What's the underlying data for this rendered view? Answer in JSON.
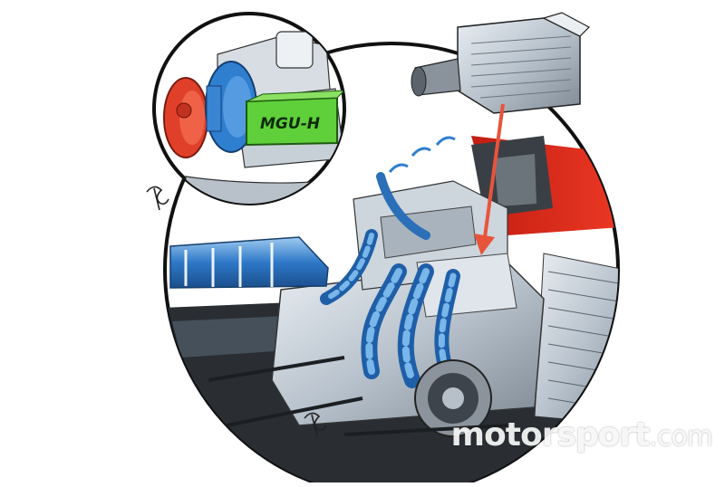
{
  "inset": {
    "label": "MGU-H"
  },
  "colors": {
    "compressor": "#2f7fd0",
    "turbine": "#e0402a",
    "mgu_h": "#5fcf3a",
    "arrow": "#e8543a",
    "exhaust_blue": "#3f8fd8"
  },
  "watermark": {
    "brand": "motorsport",
    "tld": ".com"
  },
  "icons": [
    "signature-mark",
    "intercooler-part",
    "engine-cutaway"
  ]
}
